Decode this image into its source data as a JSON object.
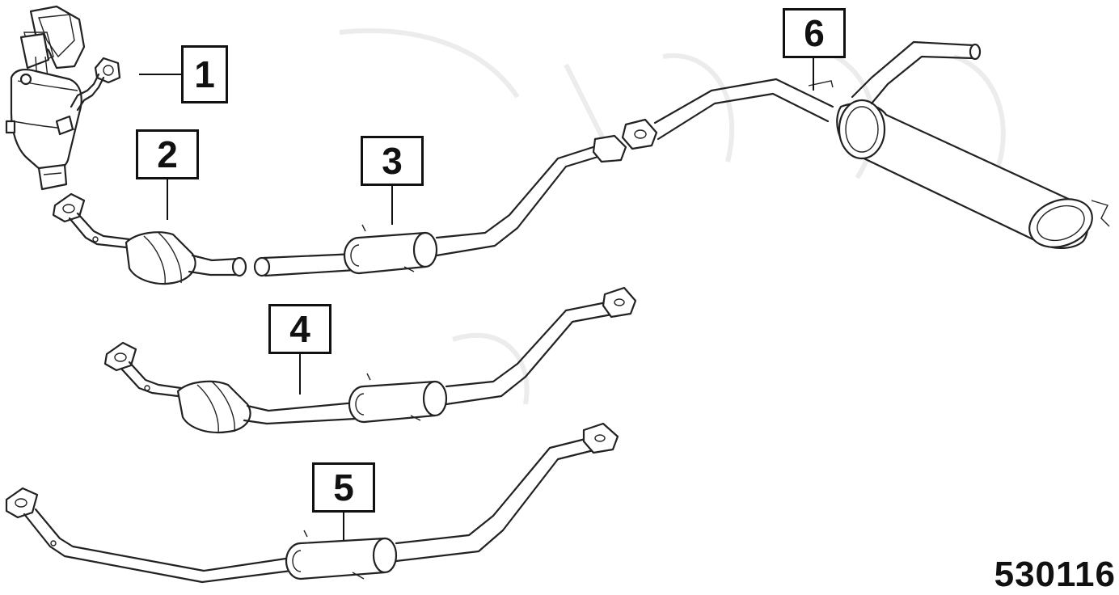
{
  "callouts": [
    {
      "label": "1"
    },
    {
      "label": "2"
    },
    {
      "label": "3"
    },
    {
      "label": "4"
    },
    {
      "label": "5"
    },
    {
      "label": "6"
    }
  ],
  "reference_number": "530116"
}
